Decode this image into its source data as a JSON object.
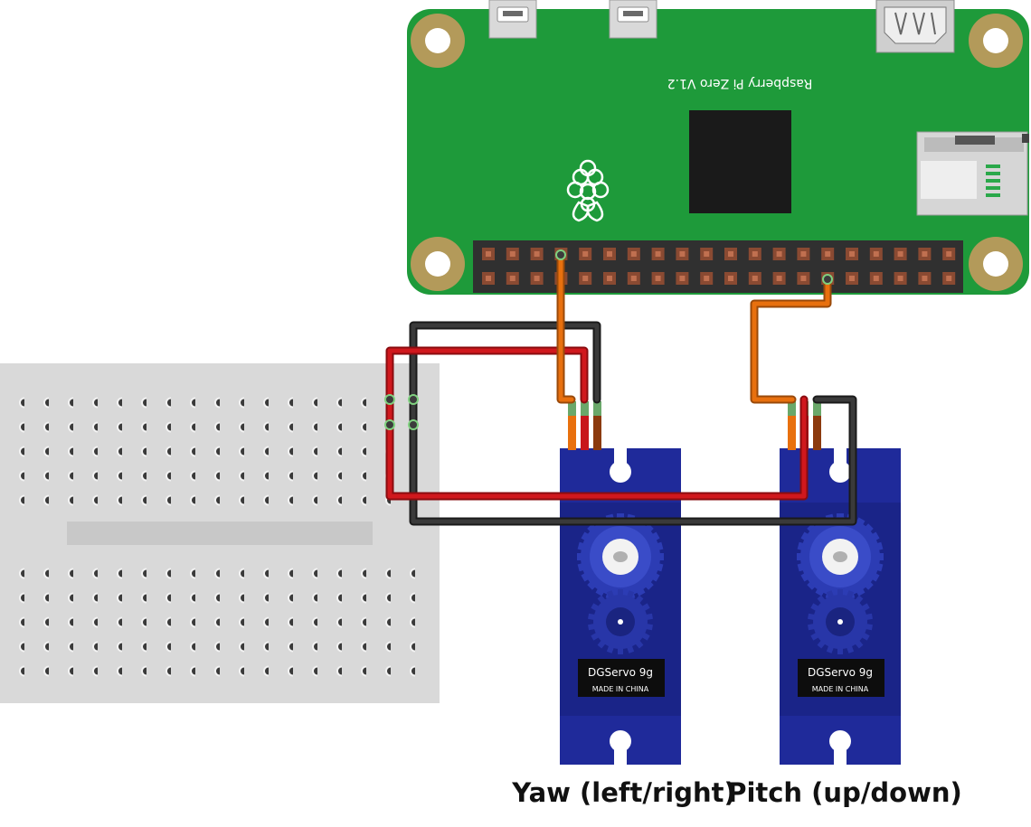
{
  "board": {
    "label": "Raspberry Pi Zero V1.2",
    "color": "#1e9a3a"
  },
  "servos": [
    {
      "id": "yaw",
      "model": "DGServo 9g",
      "origin": "MADE IN CHINA",
      "caption": "Yaw (left/right)"
    },
    {
      "id": "pitch",
      "model": "DGServo 9g",
      "origin": "MADE IN CHINA",
      "caption": "Pitch (up/down)"
    }
  ],
  "wire_colors": {
    "power": "#c8161b",
    "ground": "#1a1a1a",
    "signal": "#e8700e",
    "servo_brown": "#8b3a0e"
  },
  "icons": [
    "raspberry-logo-icon",
    "usb-port-icon",
    "hdmi-port-icon",
    "sd-card-slot-icon",
    "chip-icon"
  ]
}
